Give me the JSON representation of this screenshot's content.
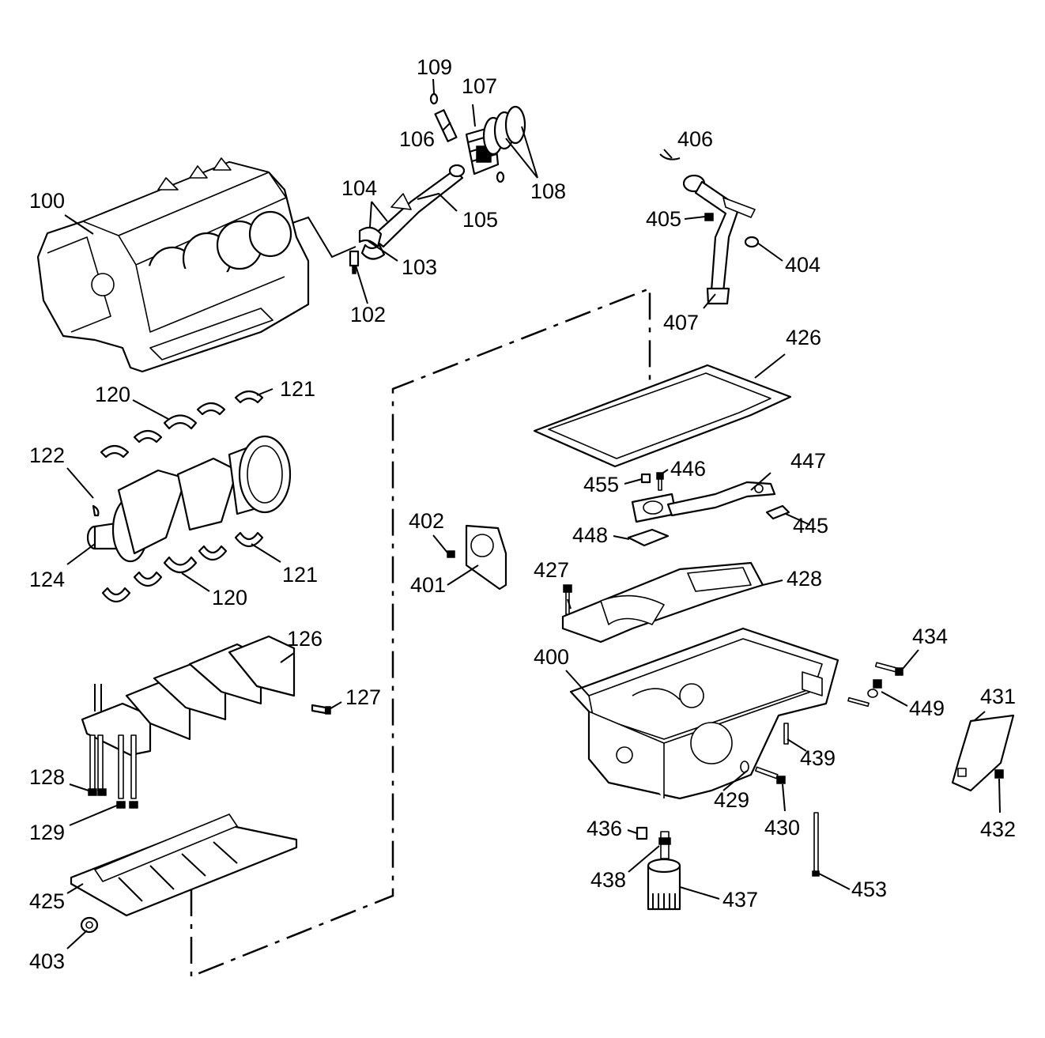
{
  "callouts": {
    "c100": "100",
    "c102": "102",
    "c103": "103",
    "c104": "104",
    "c105": "105",
    "c106": "106",
    "c107": "107",
    "c108": "108",
    "c109": "109",
    "c120a": "120",
    "c120b": "120",
    "c121a": "121",
    "c121b": "121",
    "c122": "122",
    "c124": "124",
    "c126": "126",
    "c127": "127",
    "c128": "128",
    "c129": "129",
    "c400": "400",
    "c401": "401",
    "c402": "402",
    "c403": "403",
    "c404": "404",
    "c405": "405",
    "c406": "406",
    "c407": "407",
    "c425": "425",
    "c426": "426",
    "c427": "427",
    "c428": "428",
    "c429": "429",
    "c430": "430",
    "c431": "431",
    "c432": "432",
    "c434": "434",
    "c436": "436",
    "c437": "437",
    "c438": "438",
    "c439": "439",
    "c445": "445",
    "c446": "446",
    "c447": "447",
    "c448": "448",
    "c449": "449",
    "c453": "453",
    "c455": "455"
  }
}
